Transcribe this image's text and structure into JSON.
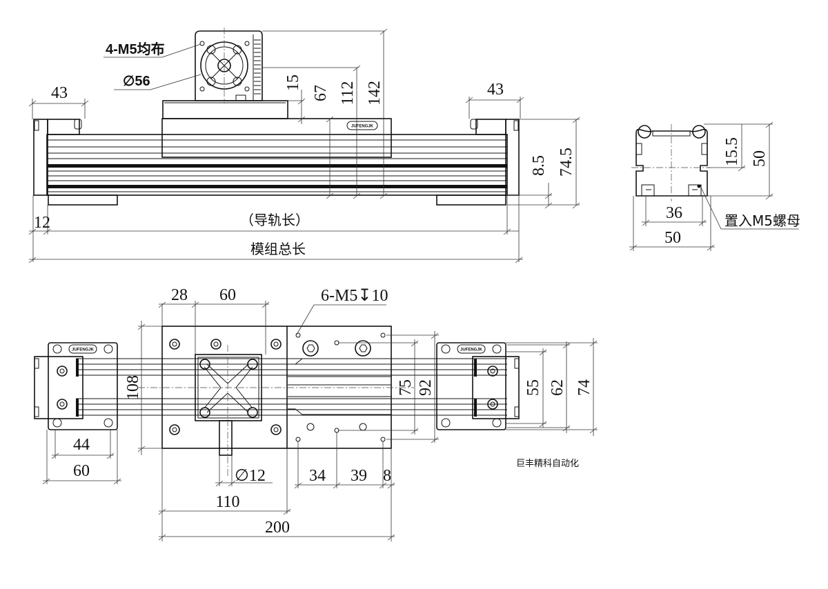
{
  "top_view": {
    "motor_holes_note": "4-M5均布",
    "motor_diameter": "∅56",
    "dim_left_end": "43",
    "dim_right_end": "43",
    "dim_15": "15",
    "dim_67": "67",
    "dim_112": "112",
    "dim_142": "142",
    "dim_8_5": "8.5",
    "dim_74_5": "74.5",
    "dim_12": "12",
    "rail_length": "（导轨长）",
    "module_total_length": "模组总长",
    "logo": "JUFENGJK"
  },
  "profile_view": {
    "dim_15_5": "15.5",
    "dim_height_50": "50",
    "dim_36": "36",
    "dim_width_50": "50",
    "nut_note": "置入M5螺母"
  },
  "bottom_view": {
    "dim_28": "28",
    "dim_60_top": "60",
    "holes_note": "6-M5↧10",
    "dim_108": "108",
    "dim_44": "44",
    "dim_60_bottom": "60",
    "shaft_diameter": "∅12",
    "dim_110": "110",
    "dim_200": "200",
    "dim_34": "34",
    "dim_39": "39",
    "dim_8": "8",
    "dim_75": "75",
    "dim_92": "92",
    "dim_55": "55",
    "dim_62": "62",
    "dim_74": "74",
    "logo": "JUFENGJK"
  },
  "footer": {
    "company": "巨丰精科自动化"
  }
}
